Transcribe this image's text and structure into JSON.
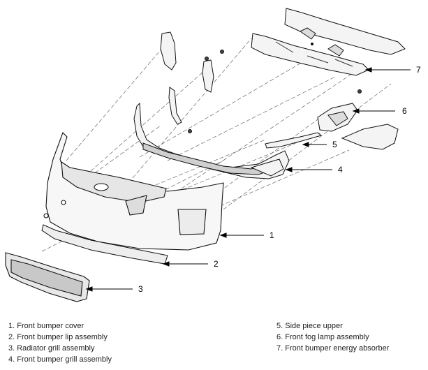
{
  "callouts": [
    {
      "id": "1",
      "label": "1"
    },
    {
      "id": "2",
      "label": "2"
    },
    {
      "id": "3",
      "label": "3"
    },
    {
      "id": "4",
      "label": "4"
    },
    {
      "id": "5",
      "label": "5"
    },
    {
      "id": "6",
      "label": "6"
    },
    {
      "id": "7",
      "label": "7"
    }
  ],
  "legend": {
    "left": [
      "1. Front bumper cover",
      "2. Front bumper lip assembly",
      "3. Radiator grill assembly",
      "4. Front bumper grill assembly"
    ],
    "right": [
      "5. Side piece upper",
      "6. Front fog lamp assembly",
      "7. Front bumper energy absorber"
    ]
  }
}
